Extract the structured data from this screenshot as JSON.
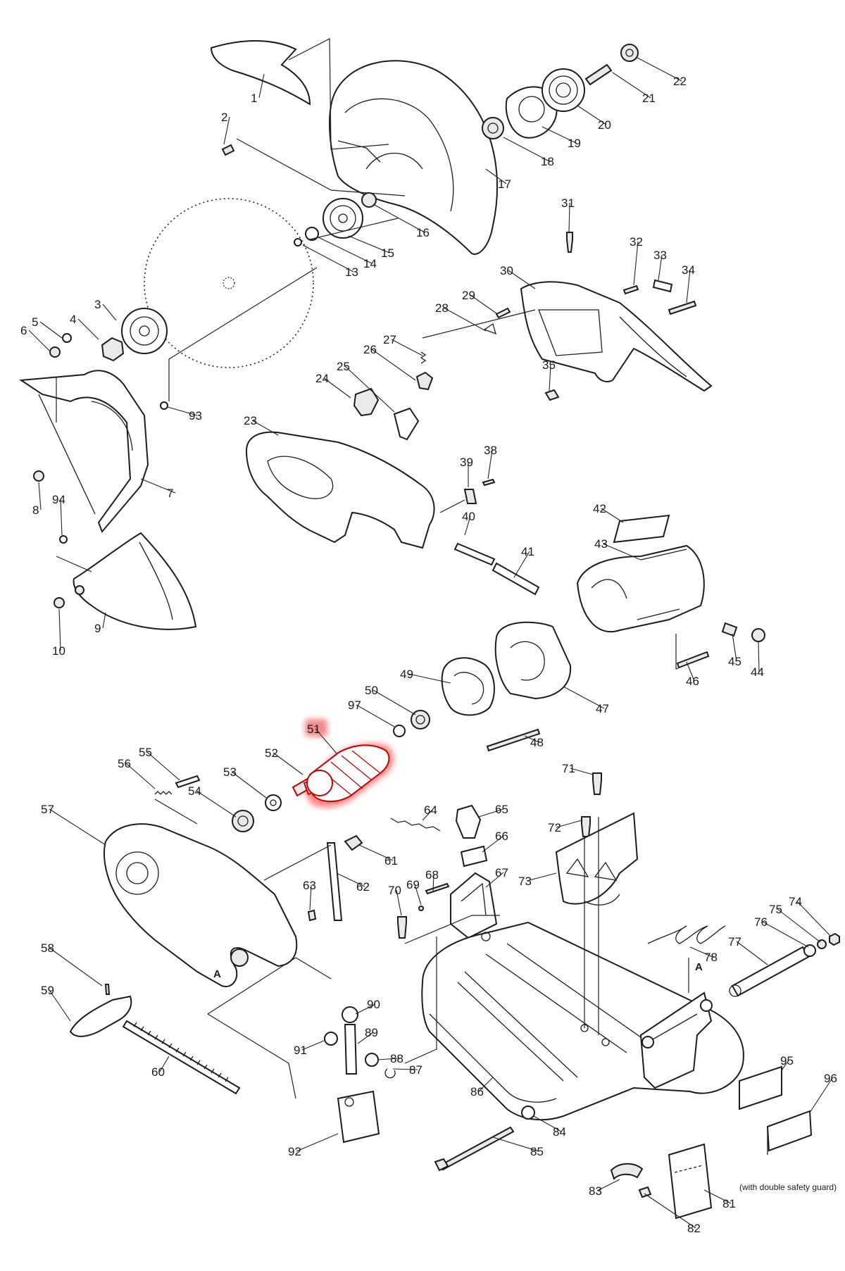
{
  "diagram": {
    "type": "exploded-parts-diagram",
    "highlight": {
      "part": "51",
      "color": "#e8191f"
    },
    "note": "(with double safety guard)",
    "section_marker": "A",
    "parts": [
      "1",
      "2",
      "3",
      "4",
      "5",
      "6",
      "7",
      "8",
      "9",
      "10",
      "13",
      "14",
      "15",
      "16",
      "17",
      "18",
      "19",
      "20",
      "21",
      "22",
      "23",
      "24",
      "25",
      "26",
      "27",
      "28",
      "29",
      "30",
      "31",
      "32",
      "33",
      "34",
      "35",
      "38",
      "39",
      "40",
      "41",
      "42",
      "43",
      "44",
      "45",
      "46",
      "47",
      "48",
      "49",
      "50",
      "51",
      "52",
      "53",
      "54",
      "55",
      "56",
      "57",
      "58",
      "59",
      "60",
      "61",
      "62",
      "63",
      "64",
      "65",
      "66",
      "67",
      "68",
      "69",
      "70",
      "71",
      "72",
      "73",
      "74",
      "75",
      "76",
      "77",
      "78",
      "81",
      "82",
      "83",
      "84",
      "85",
      "86",
      "87",
      "88",
      "89",
      "90",
      "91",
      "92",
      "93",
      "94",
      "95",
      "96",
      "97"
    ]
  }
}
